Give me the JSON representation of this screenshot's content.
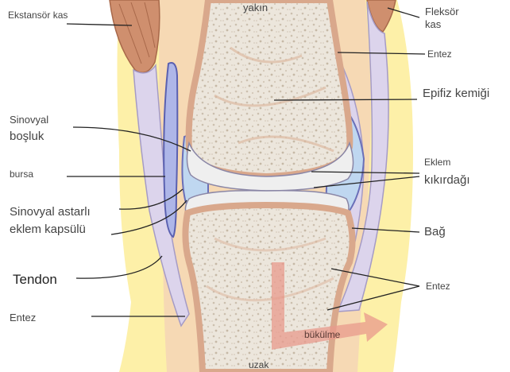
{
  "labels": {
    "proximal": "yakın",
    "distal": "uzak",
    "extensor": "Ekstansör kas",
    "flexor_line1": "Fleksör",
    "flexor_line2": "kas",
    "entez_top": "Entez",
    "epiphysis": "Epifiz kemiği",
    "synovial_line1": "Sinovyal",
    "synovial_line2": "boşluk",
    "cartilage_line1": "Eklem",
    "cartilage_line2": "kıkırdağı",
    "bursa": "bursa",
    "capsule_line1": "Sinovyal astarlı",
    "capsule_line2": "eklem kapsülü",
    "ligament": "Bağ",
    "tendon": "Tendon",
    "entez_right": "Entez",
    "entez_left": "Entez",
    "flexion": "bükülme"
  },
  "colors": {
    "background": "#fdf0a8",
    "soft_tissue": "#f6d9b4",
    "bone": "#ece6dc",
    "bone_outline": "#d9a88c",
    "muscle": "#cf8f6e",
    "tendon": "#dcd4ec",
    "tendon_outline": "#a59bc6",
    "cartilage": "#efefef",
    "synovial_fluid": "#bfd7f0",
    "capsule": "#6a6fb8",
    "flexion_arrow": "#e89a8c",
    "leader_line": "#222222",
    "label_text": "#444444"
  }
}
